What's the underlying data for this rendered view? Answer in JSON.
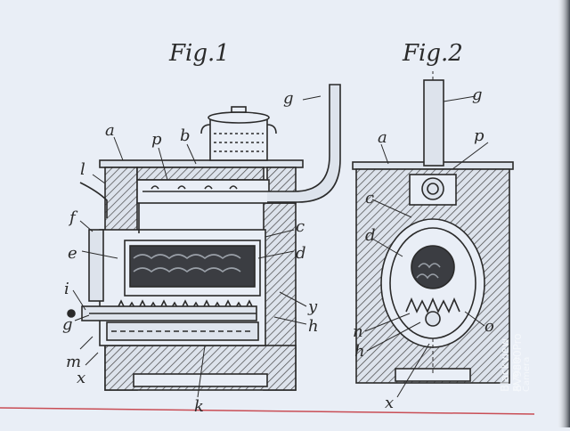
{
  "figures": {
    "fig1": "Fig.1",
    "fig2": "Fig.2"
  },
  "labels": {
    "a1": "a",
    "p1": "p",
    "b": "b",
    "g1": "g",
    "l": "l",
    "f": "f",
    "e": "e",
    "c1": "c",
    "d1": "d",
    "i": "i",
    "g2": "g",
    "m": "m",
    "x1": "x",
    "k": "k",
    "y": "y",
    "h1": "h",
    "a2": "a",
    "p2": "p",
    "g3": "g",
    "c2": "c",
    "d2": "d",
    "n": "n",
    "h2": "h",
    "o": "o",
    "x2": "x"
  },
  "watermark": {
    "line1": "Blackview BV9800Pro",
    "line2": "AI Triple Camera"
  }
}
